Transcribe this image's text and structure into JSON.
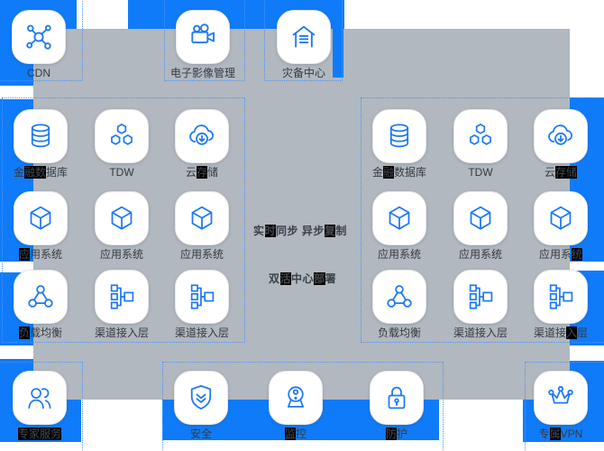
{
  "colors": {
    "background_blue": "#0f7bf9",
    "panel_gray": "#b1b8bf",
    "icon_blue": "#1d79f3",
    "dashed_border_blue": "#4f93f8",
    "label_text": "#343a41"
  },
  "nodes": [
    {
      "label": "CDN",
      "icon": "network-hub-icon"
    },
    {
      "label": "电子影像管理",
      "icon": "video-camera-icon"
    },
    {
      "label": "灾备中心",
      "icon": "warehouse-icon"
    },
    {
      "label": "金融数据库",
      "icon": "database-icon"
    },
    {
      "label": "TDW",
      "icon": "hexagon-cluster-icon"
    },
    {
      "label": "云存储",
      "icon": "cloud-download-icon"
    },
    {
      "label": "应用系统",
      "icon": "cube-icon"
    },
    {
      "label": "应用系统",
      "icon": "cube-icon"
    },
    {
      "label": "应用系统",
      "icon": "cube-icon"
    },
    {
      "label": "负载均衡",
      "icon": "load-balancer-icon"
    },
    {
      "label": "渠道接入层",
      "icon": "access-tree-icon"
    },
    {
      "label": "渠道接入层",
      "icon": "access-tree-icon"
    },
    {
      "label": "金融数据库",
      "icon": "database-icon"
    },
    {
      "label": "TDW",
      "icon": "hexagon-cluster-icon"
    },
    {
      "label": "云存储",
      "icon": "cloud-download-icon"
    },
    {
      "label": "应用系统",
      "icon": "cube-icon"
    },
    {
      "label": "应用系统",
      "icon": "cube-icon"
    },
    {
      "label": "应用系统",
      "icon": "cube-icon"
    },
    {
      "label": "负载均衡",
      "icon": "load-balancer-icon"
    },
    {
      "label": "渠道接入层",
      "icon": "access-tree-icon"
    },
    {
      "label": "渠道接入层",
      "icon": "access-tree-icon"
    },
    {
      "label": "专家服务",
      "icon": "users-icon"
    },
    {
      "label": "安全",
      "icon": "shield-icon"
    },
    {
      "label": "监控",
      "icon": "webcam-icon"
    },
    {
      "label": "防护",
      "icon": "lock-icon"
    },
    {
      "label": "专属VPN",
      "icon": "crown-icon"
    }
  ],
  "center": {
    "sync_label": "实时同步 异步复制",
    "deploy_label": "双活中心部署"
  }
}
